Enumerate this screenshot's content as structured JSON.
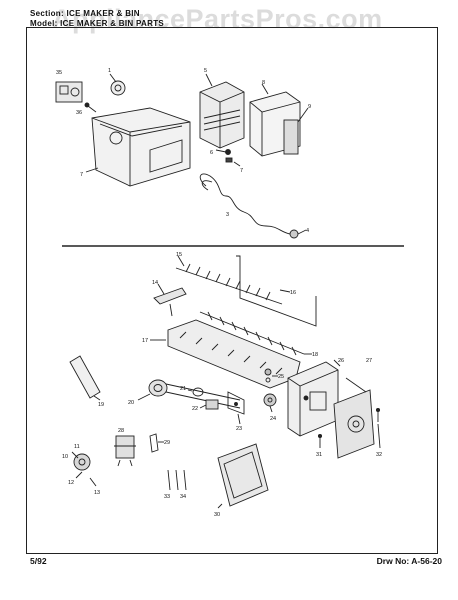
{
  "header": {
    "section_line": "Section: ICE MAKER & BIN",
    "model_line": "Model: ICE MAKER & BIN PARTS"
  },
  "watermark": "AppliancePartsPros.com",
  "footer": {
    "date": "5/92",
    "drawing_number": "Drw No: A-56-20"
  },
  "callouts": [
    "35",
    "1",
    "36",
    "7",
    "5",
    "8",
    "9",
    "6",
    "7",
    "3",
    "4",
    "15",
    "14",
    "16",
    "17",
    "18",
    "19",
    "20",
    "21",
    "22",
    "23",
    "25",
    "24",
    "26",
    "27",
    "28",
    "29",
    "11",
    "10",
    "12",
    "13",
    "33",
    "34",
    "30",
    "31",
    "32"
  ]
}
